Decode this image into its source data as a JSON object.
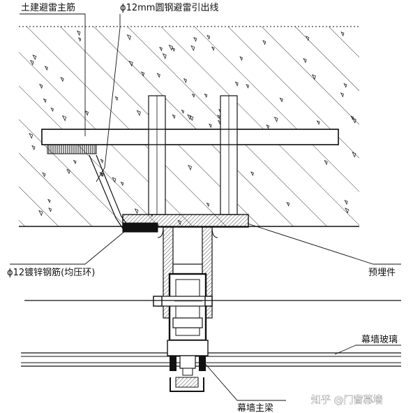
{
  "diagram": {
    "labels": {
      "civil_main_rebar": "土建避雷主筋",
      "round_steel_lead": "ϕ12mm圆钢避雷引出线",
      "galvanized_rebar": "ϕ12镀锌钢筋(均压环)",
      "embedded_part": "预埋件",
      "curtain_glass": "幕墙玻璃",
      "curtain_main_beam": "幕墙主梁"
    },
    "watermark": "知乎 @门窗幕墙",
    "colors": {
      "line": "#111111",
      "concrete_fill": "#ffffff",
      "steel_hatch": "#333333",
      "background": "#ffffff"
    }
  }
}
